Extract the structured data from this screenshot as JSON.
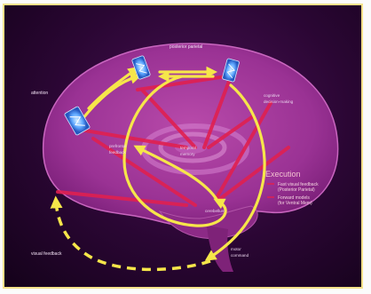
{
  "labels": {
    "attention": "attention",
    "posterior_parietal": "posterior parietal",
    "cognitive_1": "cognitive",
    "cognitive_2": "decision-making",
    "prefrontal_1": "prefrontal",
    "prefrontal_2": "feedback",
    "temporal_1": "temporal",
    "temporal_2": "memory",
    "cerebellum": "cerebellum",
    "visual_feedback": "visual feedback",
    "motor_1": "motor",
    "motor_2": "command"
  },
  "legend": {
    "title": "Execution",
    "item1_line1": "Fast visual feedback",
    "item1_line2": "(Posterior Parietal)",
    "item2_line1": "Forward models",
    "item2_line2": "(for Ventral Mem)"
  },
  "colors": {
    "brain": "#a53a9c",
    "brain_dark": "#7a1f78",
    "arrow_yellow": "#f6e64a",
    "arrow_red": "#e02050",
    "node_blue": "#5fa8ff"
  }
}
